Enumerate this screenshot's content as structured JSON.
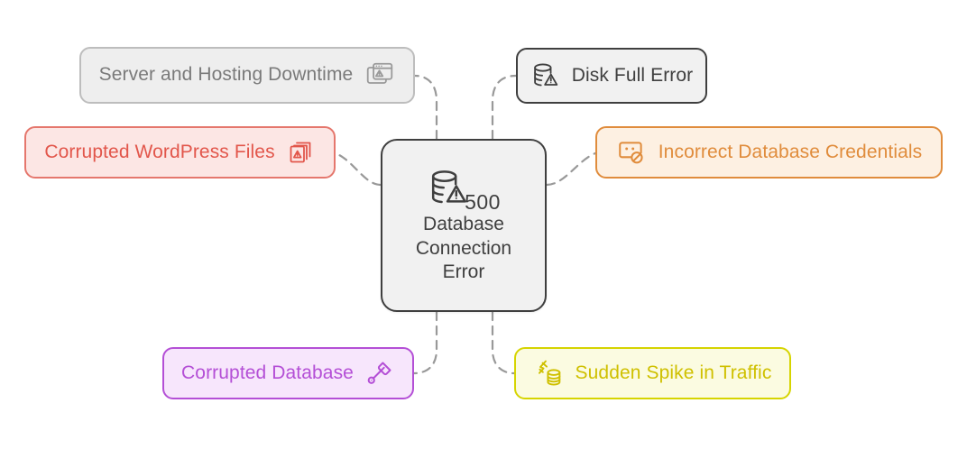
{
  "diagram": {
    "title": "Database Connection Error causes mindmap",
    "background": "#ffffff",
    "edge_color": "#999999",
    "edge_style": "dashed"
  },
  "center": {
    "icon": "database-warning-icon",
    "code": "500",
    "line1": "Database",
    "line2": "Connection",
    "line3": "Error",
    "fill": "#f1f1f1",
    "border": "#3f3f3f",
    "text_color": "#3f3f3f"
  },
  "nodes": [
    {
      "id": "server-hosting-downtime",
      "label": "Server and Hosting Downtime",
      "icon": "browser-windows-warning-icon",
      "icon_side": "right",
      "fill": "#eeeeee",
      "border": "#bdbdbd",
      "text_color": "#7a7a7a"
    },
    {
      "id": "disk-full-error",
      "label": "Disk Full Error",
      "icon": "database-warning-icon",
      "icon_side": "left",
      "fill": "#f1f1f1",
      "border": "#3f3f3f",
      "text_color": "#3f3f3f"
    },
    {
      "id": "corrupted-wordpress-files",
      "label": "Corrupted WordPress Files",
      "icon": "file-stack-warning-icon",
      "icon_side": "right",
      "fill": "#fce6e4",
      "border": "#e5776d",
      "text_color": "#e2564b"
    },
    {
      "id": "incorrect-database-credentials",
      "label": "Incorrect Database Credentials",
      "icon": "credentials-blocked-icon",
      "icon_side": "left",
      "fill": "#fdf0e2",
      "border": "#e08c3c",
      "text_color": "#e08c3c"
    },
    {
      "id": "corrupted-database",
      "label": "Corrupted Database",
      "icon": "repair-tool-icon",
      "icon_side": "right",
      "fill": "#f7e6fc",
      "border": "#b44fd6",
      "text_color": "#b44fd6"
    },
    {
      "id": "sudden-spike-in-traffic",
      "label": "Sudden Spike in Traffic",
      "icon": "lightning-database-icon",
      "icon_side": "left",
      "fill": "#fbfbe1",
      "border": "#d6d400",
      "text_color": "#cfc000"
    }
  ]
}
